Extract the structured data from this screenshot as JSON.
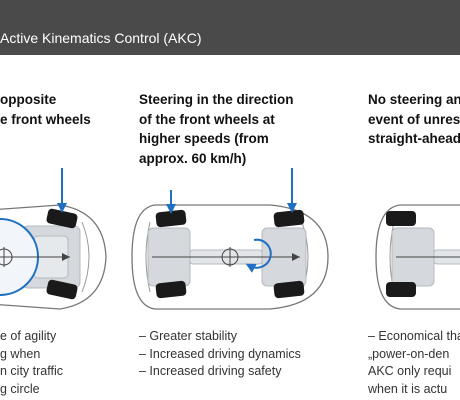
{
  "header": {
    "title": "Active Kinematics Control (AKC)"
  },
  "columns": [
    {
      "id": "opposite",
      "heading_lines": [
        "opposite",
        "e front wheels"
      ],
      "bullets": [
        "e of agility",
        "g when",
        "n city traffic",
        "g circle"
      ]
    },
    {
      "id": "same-direction",
      "heading_lines": [
        "Steering in the direction",
        "of the front wheels at",
        "higher speeds (from",
        "approx. 60 km/h)"
      ],
      "bullets": [
        "– Greater stability",
        "– Increased driving dynamics",
        "– Increased driving safety"
      ]
    },
    {
      "id": "no-steering",
      "heading_lines": [
        "No steering ang",
        "event of unrestr",
        "straight-ahead d"
      ],
      "bullets": [
        "– Economical tha",
        "„power-on-den",
        "AKC only requi",
        "when it is actu"
      ]
    }
  ],
  "colors": {
    "header_bg": "#4a4a4a",
    "accent_blue": "#1f6fc2",
    "car_outline": "#777777",
    "tire": "#1a1a1a",
    "chassis": "#c9cdd2"
  }
}
